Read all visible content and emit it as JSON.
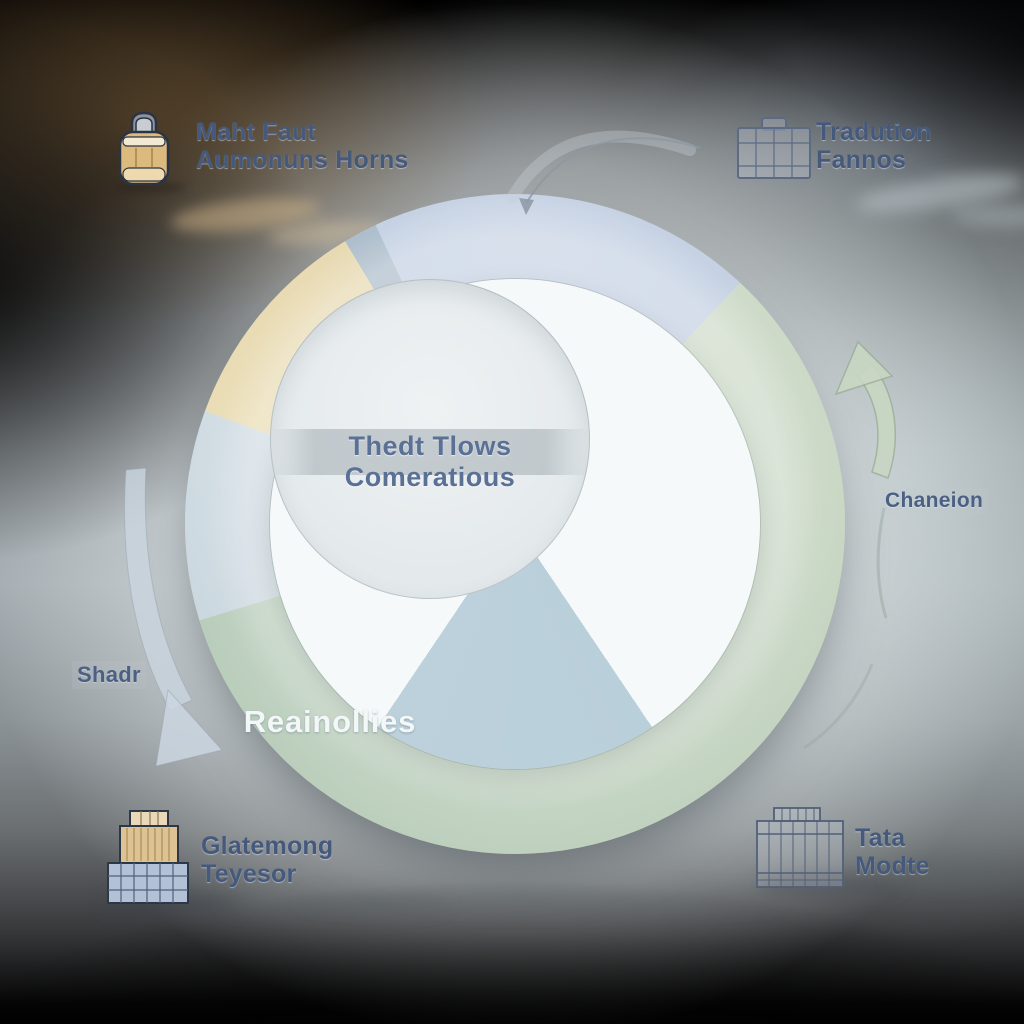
{
  "diagram": {
    "center_label": {
      "line1": "Thedt Tlows",
      "line2": "Comeratious"
    },
    "inner_ring_label": "Reainollies",
    "side_labels": {
      "right": "Chaneion",
      "left": "Shadr"
    },
    "nodes": {
      "top_left": {
        "line1": "Maht Faut",
        "line2": "Aumonuns Horns",
        "icon": "satchel-icon"
      },
      "top_right": {
        "line1": "Tradution",
        "line2": "Fannos",
        "icon": "briefcase-outline-icon"
      },
      "bottom_left": {
        "line1": "Glatemong",
        "line2": "Teyesor",
        "icon": "building-two-tone-icon"
      },
      "bottom_right": {
        "line1": "Tata",
        "line2": "Modte",
        "icon": "building-outline-icon"
      }
    }
  },
  "rings": {
    "outer": [
      {
        "name": "top-blue",
        "color": "#c5d1e3",
        "color2": "#c2cfe2",
        "from": 0,
        "to": 43
      },
      {
        "name": "green",
        "color": "#ccd9c6",
        "color2": "#b9cdbb",
        "from": 43,
        "to": 253
      },
      {
        "name": "left-blue-gray",
        "color": "#cbd7df",
        "color2": "#cfdbe2",
        "from": 253,
        "to": 290
      },
      {
        "name": "tan",
        "color": "#e9dcb3",
        "color2": "#e6d7ae",
        "from": 290,
        "to": 329
      },
      {
        "name": "divider-gray",
        "color": "#a9bac9",
        "color2": "#a9bac9",
        "from": 329,
        "to": 335
      },
      {
        "name": "top-blue",
        "color": "#c2cfe2",
        "color2": "#c5d1e3",
        "from": 335,
        "to": 360
      }
    ],
    "inner": [
      {
        "name": "white",
        "color": "#f6f9f9",
        "color2": "#f6f9f9",
        "from": 0,
        "to": 146
      },
      {
        "name": "reainollies-blue",
        "color": "#b9cfda",
        "color2": "#bcd1db",
        "from": 146,
        "to": 214
      },
      {
        "name": "white",
        "color": "#f6f9f9",
        "color2": "#f6f9f9",
        "from": 214,
        "to": 360
      }
    ]
  },
  "colors": {
    "label-text": "#44597c",
    "center-text": "#5a7095",
    "ring-word": "#f3f7f8",
    "hole-fill": "#e6ebed",
    "accent-tan": "#d9b87c",
    "arrow-green": "#c8d7c4",
    "arrow-blue": "#cbd6e0"
  }
}
